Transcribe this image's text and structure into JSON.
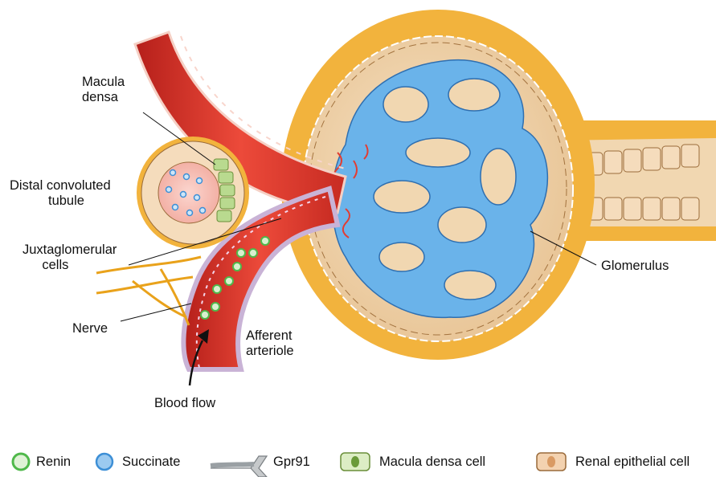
{
  "labels": {
    "macula_densa": [
      "Macula",
      "densa"
    ],
    "distal_tubule": [
      "Distal convoluted",
      "tubule"
    ],
    "juxtaglomerular": [
      "Juxtaglomerular",
      "cells"
    ],
    "nerve": "Nerve",
    "afferent": [
      "Afferent",
      "arteriole"
    ],
    "blood_flow": "Blood flow",
    "glomerulus": "Glomerulus"
  },
  "legend": [
    {
      "icon": "renin-circle",
      "label": "Renin",
      "color": "#4fb84a"
    },
    {
      "icon": "succinate-circle",
      "label": "Succinate",
      "color": "#3d8fd6"
    },
    {
      "icon": "gpr91-receptor",
      "label": "Gpr91",
      "color": "#8a8f93"
    },
    {
      "icon": "macula-densa-cell",
      "label": "Macula densa cell",
      "color": "#b9da8f"
    },
    {
      "icon": "renal-epithelial-cell",
      "label": "Renal epithelial cell",
      "color": "#e6b789"
    }
  ],
  "colors": {
    "capsule": "#f2b33d",
    "capsule_space": "#f1d7b1",
    "capillary": "#6ab3ea",
    "vessel": "#e23d32",
    "nerve": "#e9a21b"
  }
}
